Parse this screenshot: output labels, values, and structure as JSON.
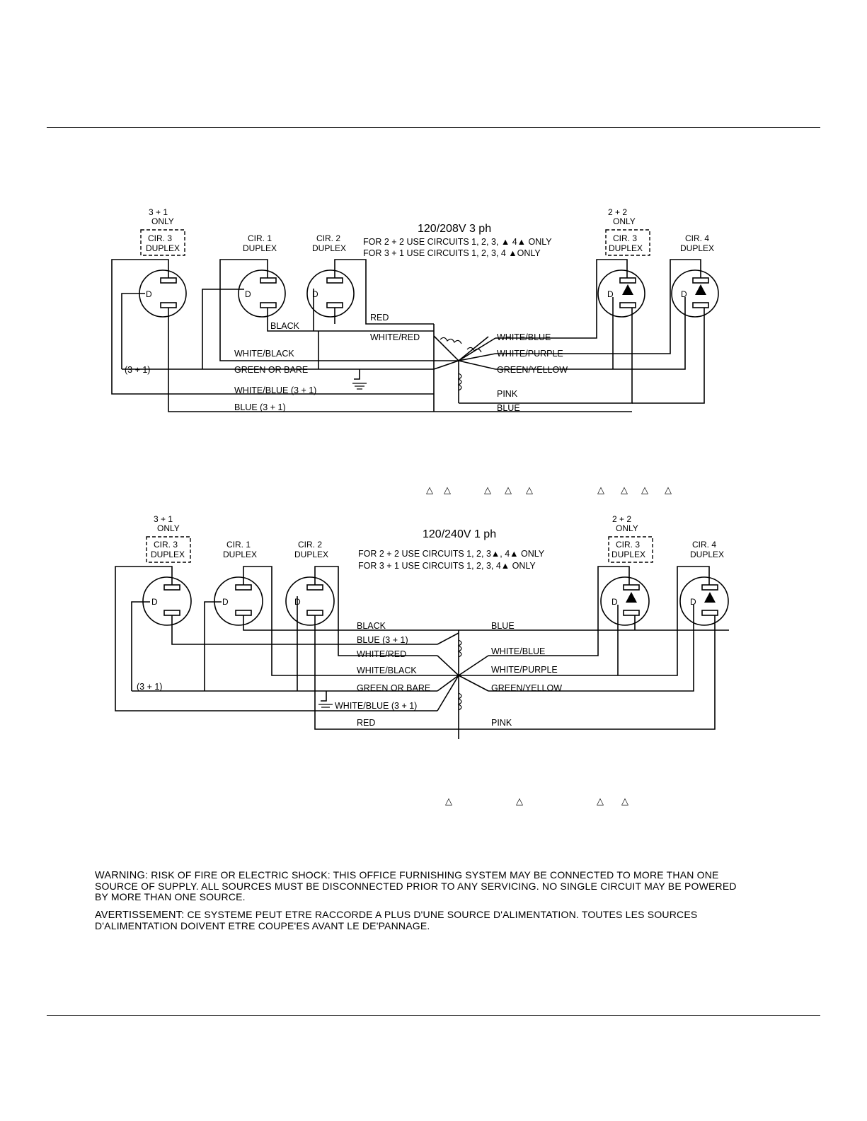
{
  "diagram1": {
    "title": "120/208V 3 ph",
    "note_line1": "FOR 2 + 2 USE CIRCUITS 1, 2, 3, ▲ 4▲ ONLY",
    "note_line2": "FOR 3 + 1 USE CIRCUITS 1, 2, 3, 4 ▲ONLY",
    "receptacles": [
      {
        "top": "3 + 1",
        "top2": "ONLY",
        "l1": "CIR. 3",
        "l2": "DUPLEX",
        "dashed": true
      },
      {
        "l1": "CIR. 1",
        "l2": "DUPLEX"
      },
      {
        "l1": "CIR. 2",
        "l2": "DUPLEX"
      },
      {
        "top": "2 + 2",
        "top2": "ONLY",
        "l1": "CIR. 3",
        "l2": "DUPLEX",
        "dashed": true
      },
      {
        "l1": "CIR. 4",
        "l2": "DUPLEX"
      }
    ],
    "glyph_d": "D",
    "wires": {
      "red": "RED",
      "black": "BLACK",
      "white_red": "WHITE/RED",
      "white_black": "WHITE/BLACK",
      "three_plus_one": "(3 + 1)",
      "green_or_bare": "GREEN OR BARE",
      "white_blue_31": "WHITE/BLUE (3 + 1)",
      "blue_31": "BLUE (3 + 1)",
      "white_blue": "WHITE/BLUE",
      "white_purple": "WHITE/PURPLE",
      "green_yellow": "GREEN/YELLOW",
      "pink": "PINK",
      "blue": "BLUE"
    }
  },
  "diagram2": {
    "title": "120/240V 1 ph",
    "note_line1": "FOR 2 + 2 USE CIRCUITS 1, 2, 3▲, 4▲ ONLY",
    "note_line2": "FOR 3 + 1 USE CIRCUITS 1, 2, 3, 4▲ ONLY",
    "receptacles": [
      {
        "top": "3 + 1",
        "top2": "ONLY",
        "l1": "CIR. 3",
        "l2": "DUPLEX",
        "dashed": true
      },
      {
        "l1": "CIR. 1",
        "l2": "DUPLEX"
      },
      {
        "l1": "CIR. 2",
        "l2": "DUPLEX"
      },
      {
        "top": "2 + 2",
        "top2": "ONLY",
        "l1": "CIR. 3",
        "l2": "DUPLEX",
        "dashed": true
      },
      {
        "l1": "CIR. 4",
        "l2": "DUPLEX"
      }
    ],
    "glyph_d": "D",
    "wires": {
      "black": "BLACK",
      "blue_31": "BLUE (3 + 1)",
      "white_red": "WHITE/RED",
      "white_black": "WHITE/BLACK",
      "three_plus_one": "(3 + 1)",
      "green_or_bare": "GREEN OR BARE",
      "white_blue_31": "WHITE/BLUE (3 + 1)",
      "red": "RED",
      "blue": "BLUE",
      "white_blue": "WHITE/BLUE",
      "white_purple": "WHITE/PURPLE",
      "green_yellow": "GREEN/YELLOW",
      "pink": "PINK"
    }
  },
  "triangle_marks": "△",
  "warning": {
    "heading": "WARNING:",
    "text": "RISK OF FIRE OR ELECTRIC SHOCK: THIS OFFICE FURNISHING SYSTEM MAY BE CONNECTED TO MORE THAN ONE SOURCE OF SUPPLY. ALL SOURCES MUST BE DISCONNECTED PRIOR TO ANY SERVICING. NO SINGLE CIRCUIT MAY BE POWERED BY MORE THAN ONE SOURCE."
  },
  "avertissement": {
    "heading": "AVERTISSEMENT:",
    "text": "CE SYSTEME PEUT ETRE RACCORDE A PLUS D'UNE SOURCE D'ALIMENTATION. TOUTES LES SOURCES D'ALIMENTATION DOIVENT ETRE COUPE'ES AVANT LE DE'PANNAGE."
  }
}
